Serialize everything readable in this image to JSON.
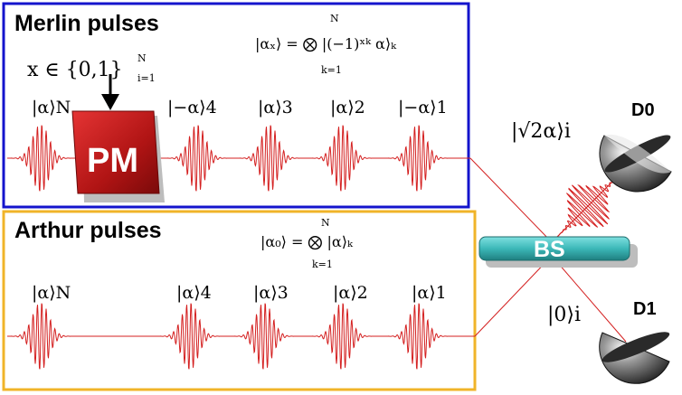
{
  "merlin": {
    "title": "Merlin pulses",
    "state_formula": "|αₓ⟩ = ⨂ |(−1)ˣᵏ α⟩ₖ",
    "product_upper": "N",
    "product_lower": "k=1",
    "input_formula": "x ∈ {0,1}",
    "input_sup": "N",
    "input_sub": "i=1",
    "pulses": [
      "|α⟩N",
      "|−α⟩4",
      "|α⟩3",
      "|α⟩2",
      "|−α⟩1"
    ],
    "modulator_label": "PM",
    "border_color": "#1414cc"
  },
  "arthur": {
    "title": "Arthur pulses",
    "state_formula": "|α₀⟩ = ⨂ |α⟩ₖ",
    "product_upper": "N",
    "product_lower": "k=1",
    "pulses": [
      "|α⟩N",
      "|α⟩4",
      "|α⟩3",
      "|α⟩2",
      "|α⟩1"
    ],
    "border_color": "#f0b429"
  },
  "beamsplitter": {
    "label": "BS",
    "color": "#3cb8b8"
  },
  "detectors": [
    {
      "label": "D0",
      "state": "|√2α⟩i"
    },
    {
      "label": "D1",
      "state": "|0⟩i"
    }
  ],
  "pulse_color": "#d42020"
}
